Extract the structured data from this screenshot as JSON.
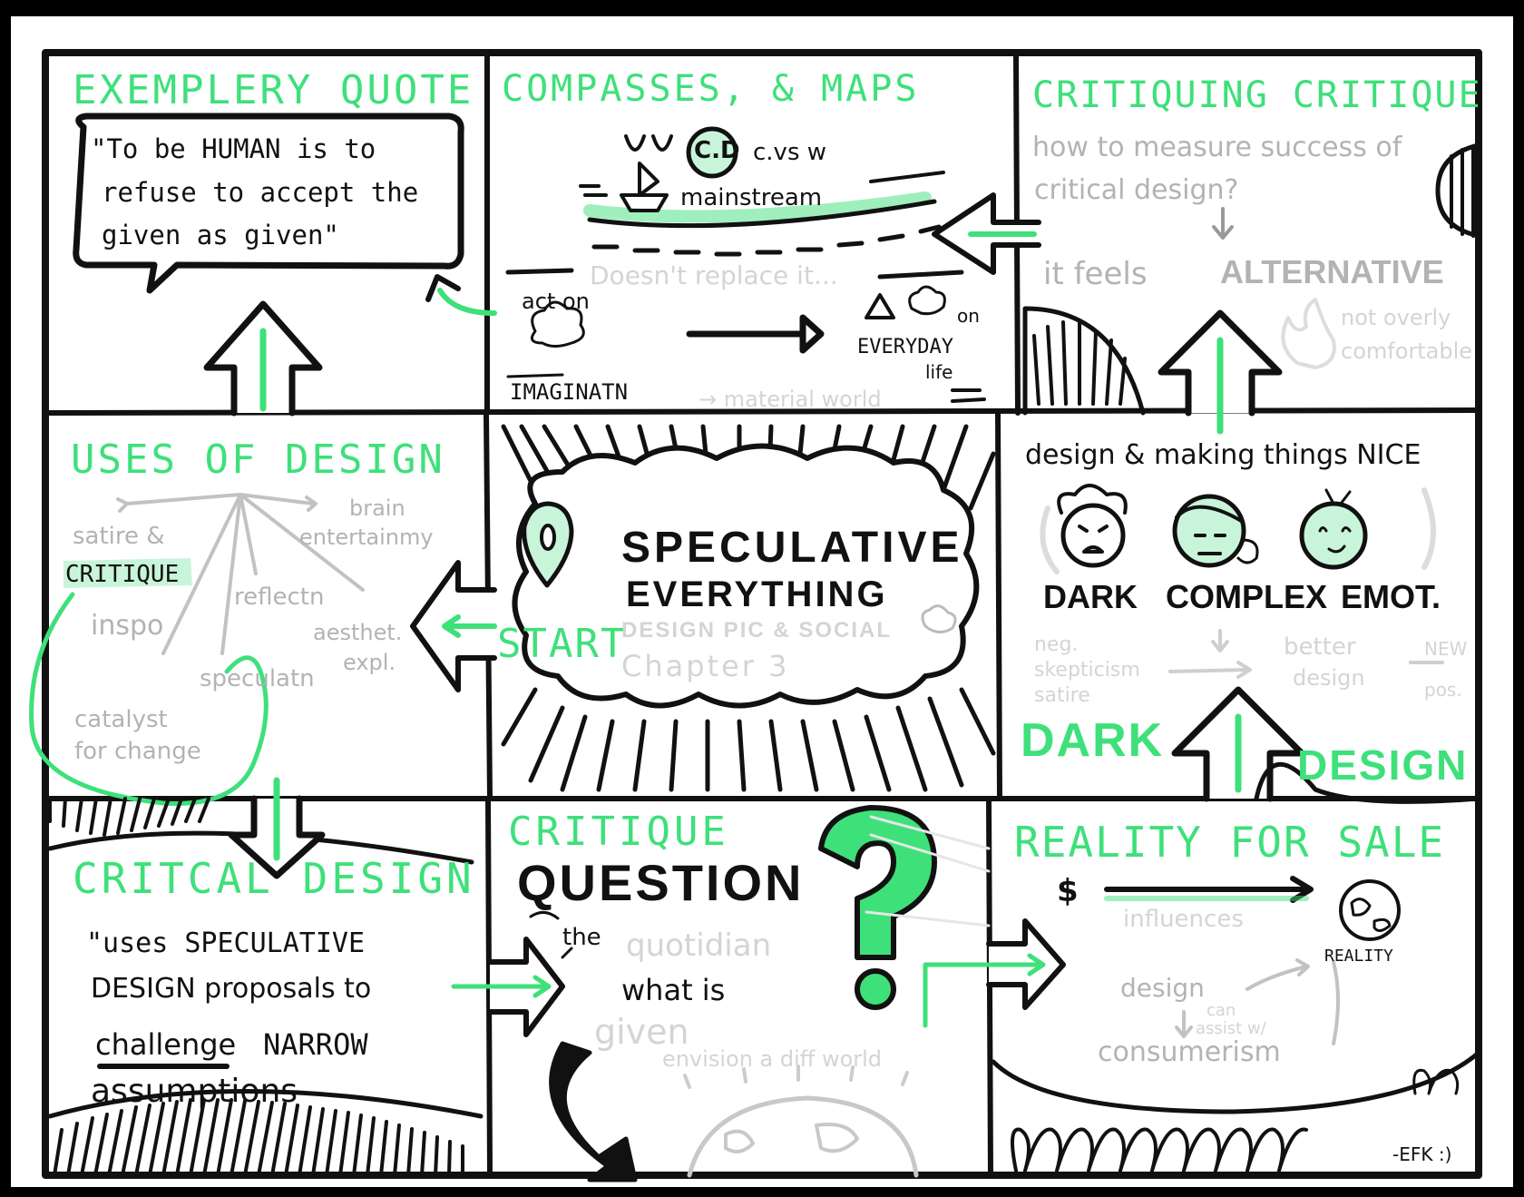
{
  "colors": {
    "accent": "#3ee07a",
    "ink": "#111111",
    "muted": "#b3b3b3",
    "frame": "#000000"
  },
  "panels": {
    "quote": {
      "heading": "EXEMPLERY QUOTE",
      "text_line1": "\"To be HUMAN is to",
      "text_line2": "refuse to accept the",
      "text_line3": "given as given\""
    },
    "compasses": {
      "heading": "COMPASSES, & MAPS",
      "cd": "C.D",
      "cd_vs": "c.vs w",
      "mainstream": "mainstream",
      "doesnt_replace": "Doesn't replace it...",
      "act_on": "act on",
      "imagination": "IMAGINATN",
      "everyday": "EVERYDAY",
      "life": "life",
      "on": "on",
      "material_world": "→ material world"
    },
    "critiquing": {
      "heading": "CRITIQUING CRITIQUE",
      "question_line1": "how to measure success of",
      "question_line2": "critical design?",
      "feels": "it feels",
      "alternative": "ALTERNATIVE",
      "not_comfortable_line1": "not overly",
      "not_comfortable_line2": "comfortable"
    },
    "uses": {
      "heading": "USES OF DESIGN",
      "satire_line1": "satire &",
      "critique": "CRITIQUE",
      "brain_line1": "brain",
      "entertainment": "entertainmy",
      "reflection": "reflectn",
      "inspo": "inspo",
      "aesthetic_line1": "aesthet.",
      "aesthetic_line2": "expl.",
      "speculation": "speculatn",
      "catalyst_line1": "catalyst",
      "catalyst_line2": "for change"
    },
    "center": {
      "start": "START",
      "title_line1": "SPECULATIVE",
      "title_line2": "EVERYTHING",
      "subtitle": "DESIGN PIC & SOCIAL",
      "chapter": "Chapter 3"
    },
    "nice": {
      "heading": "design & making things NICE",
      "dark": "DARK",
      "complex": "COMPLEX",
      "emot": "EMOT.",
      "neg_line1": "neg.",
      "neg_line2": "skepticism",
      "neg_line3": "satire",
      "better_line1": "better",
      "better_line2": "design",
      "new_line1": "NEW",
      "new_line2": "pos.",
      "dark_design_1": "DARK",
      "dark_design_2": "DESIGN"
    },
    "critical": {
      "heading": "CRITCAL DESIGN",
      "quote_line1": "\"uses SPECULATIVE",
      "quote_line2": "DESIGN proposals to",
      "challenge": "challenge",
      "narrow": "NARROW",
      "quote_line4": "assumptions"
    },
    "question": {
      "heading": "CRITIQUE",
      "question": "QUESTION",
      "the": "the",
      "quotidian": "quotidian",
      "what_is": "what is",
      "given": "given",
      "envision": "envision a diff world"
    },
    "reality": {
      "heading": "REALITY FOR SALE",
      "dollar": "$",
      "influences": "influences",
      "reality_label": "REALITY",
      "design": "design",
      "can_assist_line1": "can",
      "can_assist_line2": "assist w/",
      "consumerism": "consumerism"
    },
    "signature": "-EFK :)"
  }
}
